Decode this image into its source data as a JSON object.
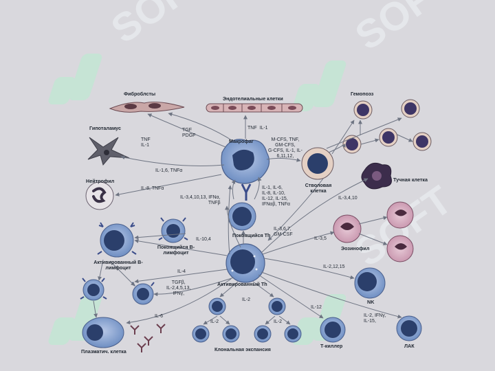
{
  "labels": {
    "fibroblasts": "Фиброблсты",
    "endothelial": "Эндотелиальные клетки",
    "hematosis": "Гемопоэз",
    "hypothalamus": "Гипоталамус",
    "macrophage": "Макрофаг",
    "neutrophil": "Нейтрофил",
    "stem_cell": "Стволовая клетка",
    "mast_cell": "Тучная клетка",
    "activated_b": "Активированный В-лимфоцит",
    "resting_b": "Покоящийся В-лимфоцит",
    "resting_th": "Покоящийся Th",
    "eosinophil": "Эозинофил",
    "activated_th": "Активированный Th",
    "nk": "NK",
    "clonal_expansion": "Клональная экспансия",
    "plasma_cell": "Плазматич. клетка",
    "t_killer": "Т-киллер",
    "lak": "ЛАК"
  },
  "arrows": {
    "tnf_il1_fib": "TNF\nIL-1",
    "tgf_pdgf": "TGF\nPDGF",
    "tnf_il1_endo": "TNF  IL-1",
    "il16_tnfa": "IL-1,6, TNFα",
    "mcsf_block": "M-CFS, TNF,\nGM-CFS,\nG-CFS, IL-1, IL-\n6,11,12,",
    "il8_tnfa": "IL-8, TNFα",
    "il3_group": "IL-3,4,10,13, IFNα,\nTNFβ",
    "th_to_macro": "IL-1, IL-6,\nIL-8, IL-10,\nIL-12, IL-15,\nIFNαβ, TNFα",
    "il3410": "IL-3,4,10",
    "il104": "IL-10,4",
    "il367_gmcsf": "IL-3,6,7,\nGM-CSF",
    "il35": "IL-3,5",
    "il4": "IL-4",
    "il21215": "IL-2,12,15",
    "tgfb_group": "TGFβ,\nIL-2,4,5,13,\nIFNγ,",
    "il2_clone": "IL-2",
    "il2_left": "IL-2",
    "il2_right": "IL-2",
    "il6": "IL-6",
    "il12": "IL-12",
    "il2_ifny": "IL-2, IFNγ,\nIL-15,"
  },
  "colors": {
    "background": "#d9d8dd",
    "cell_fill": "#7f99c6",
    "nucleus": "#2b3f6b",
    "arrow": "#6e7482",
    "watermark": "#bfe8d2"
  },
  "watermark_text": "SOFT"
}
